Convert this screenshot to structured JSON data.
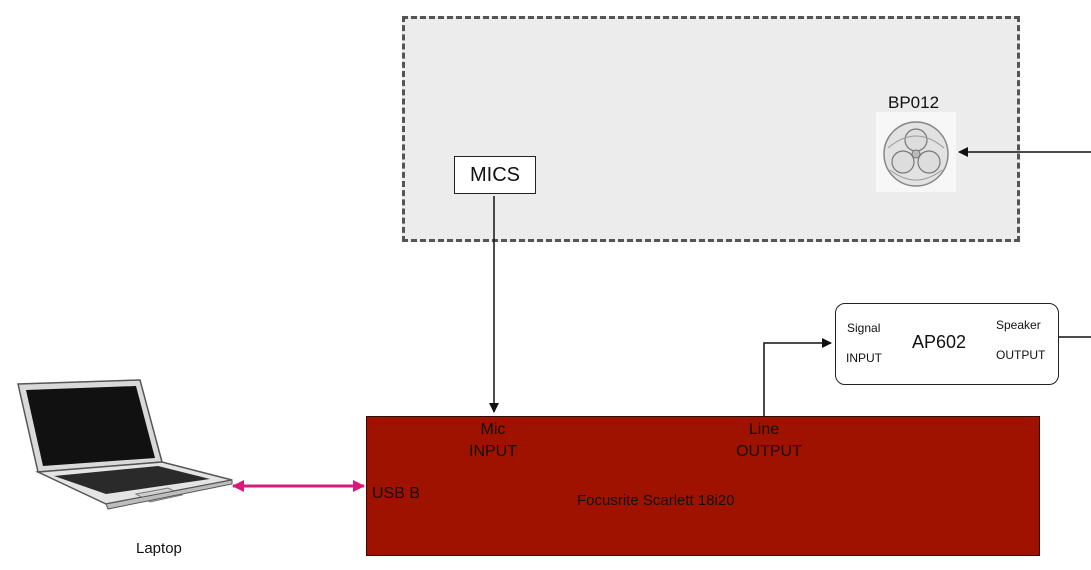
{
  "chamber": {
    "speaker_label": "BP012",
    "mics_label": "MICS"
  },
  "amplifier": {
    "signal_line1": "Signal",
    "signal_line2": "INPUT",
    "name": "AP602",
    "speaker_line1": "Speaker",
    "speaker_line2": "OUTPUT"
  },
  "interface": {
    "mic_line1": "Mic",
    "mic_line2": "INPUT",
    "line_line1": "Line",
    "line_line2": "OUTPUT",
    "usb_label": "USB B",
    "name": "Focusrite Scarlett 18i20"
  },
  "laptop": {
    "label": "Laptop"
  },
  "colors": {
    "interface_fill": "#a01200",
    "usb_link": "#d81b7a",
    "chamber_fill": "#ececec"
  }
}
